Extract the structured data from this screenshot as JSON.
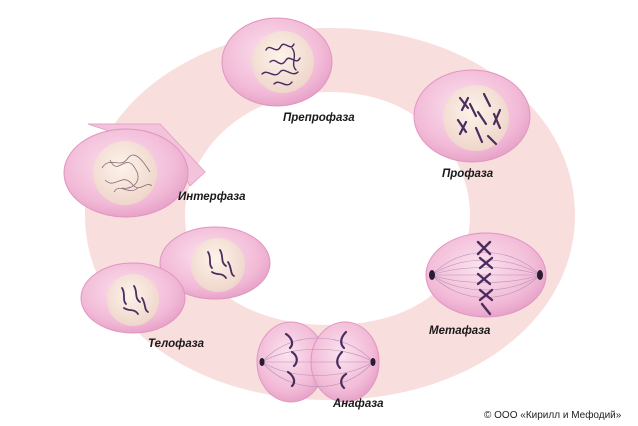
{
  "diagram": {
    "stages": [
      {
        "id": "interphase",
        "label": "Интерфаза"
      },
      {
        "id": "preprophase",
        "label": "Препрофаза"
      },
      {
        "id": "prophase",
        "label": "Профаза"
      },
      {
        "id": "metaphase",
        "label": "Метафаза"
      },
      {
        "id": "anaphase",
        "label": "Анафаза"
      },
      {
        "id": "telophase",
        "label": "Телофаза"
      }
    ],
    "copyright": "© ООО «Кирилл и Мефодий»"
  },
  "colors": {
    "ring": "#f9dede",
    "cell_outer": "#f0b2d2",
    "cell_edge": "#e095bf",
    "nucleus": "#f6e4da",
    "chromosome": "#4a2d5e",
    "spindle": "#b890b8"
  }
}
